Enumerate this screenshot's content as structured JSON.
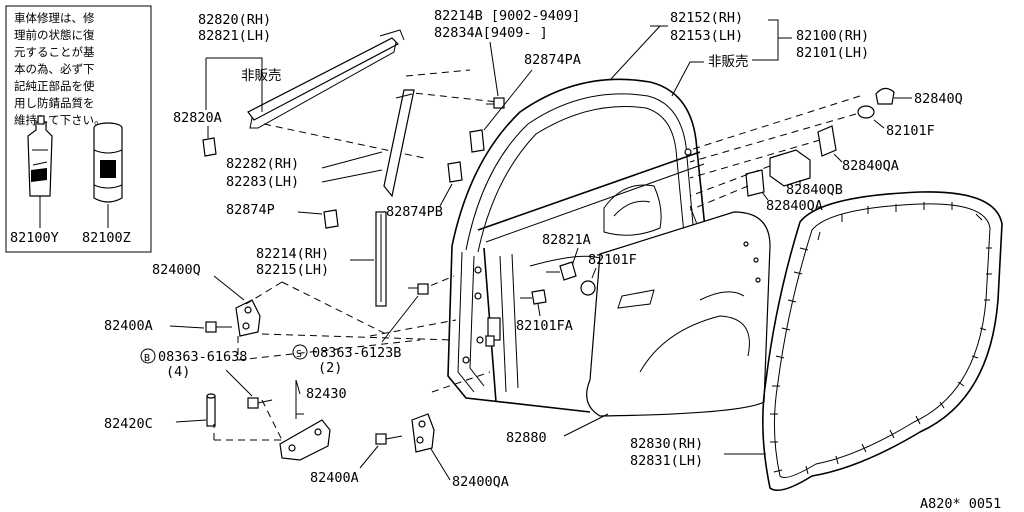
{
  "note": {
    "lines": [
      "車体修理は、修",
      "理前の状態に復",
      "元することが基",
      "本の為、必ず下",
      "記純正部品を使",
      "用し防錆品質を",
      "維持して下さい。"
    ],
    "items": [
      "82100Y",
      "82100Z"
    ]
  },
  "labels": {
    "p82820": "82820(RH)",
    "p82821": "82821(LH)",
    "hanbai_left": "非販売",
    "p82820A": "82820A",
    "p82214B": "82214B [9002-9409]",
    "p82834A": "82834A[9409-     ]",
    "p82874PA": "82874PA",
    "p82152": "82152(RH)",
    "p82153": "82153(LH)",
    "hanbai_right": "非販売",
    "p82100": "82100(RH)",
    "p82101": "82101(LH)",
    "p82840Q": "82840Q",
    "p82101F_top": "82101F",
    "p82840QA_top": "82840QA",
    "p82840QB": "82840QB",
    "p82840QA_mid": "82840QA",
    "p82282": "82282(RH)",
    "p82283": "82283(LH)",
    "p82874P": "82874P",
    "p82874PB": "82874PB",
    "p82821A": "82821A",
    "p82101F_mid": "82101F",
    "p82214": "82214(RH)",
    "p82215": "82215(LH)",
    "p82400Q": "82400Q",
    "p82400A_left": "82400A",
    "p82101FA": "82101FA",
    "bolt_b": "08363-61638",
    "bolt_b_qty": "(4)",
    "bolt_s": "08363-6123B",
    "bolt_s_qty": "(2)",
    "p82420C": "82420C",
    "p82430": "82430",
    "p82880": "82880",
    "p82830": "82830(RH)",
    "p82831": "82831(LH)",
    "p82400A_bottom": "82400A",
    "p82400QA": "82400QA",
    "diagram_code": "A820* 0051"
  }
}
